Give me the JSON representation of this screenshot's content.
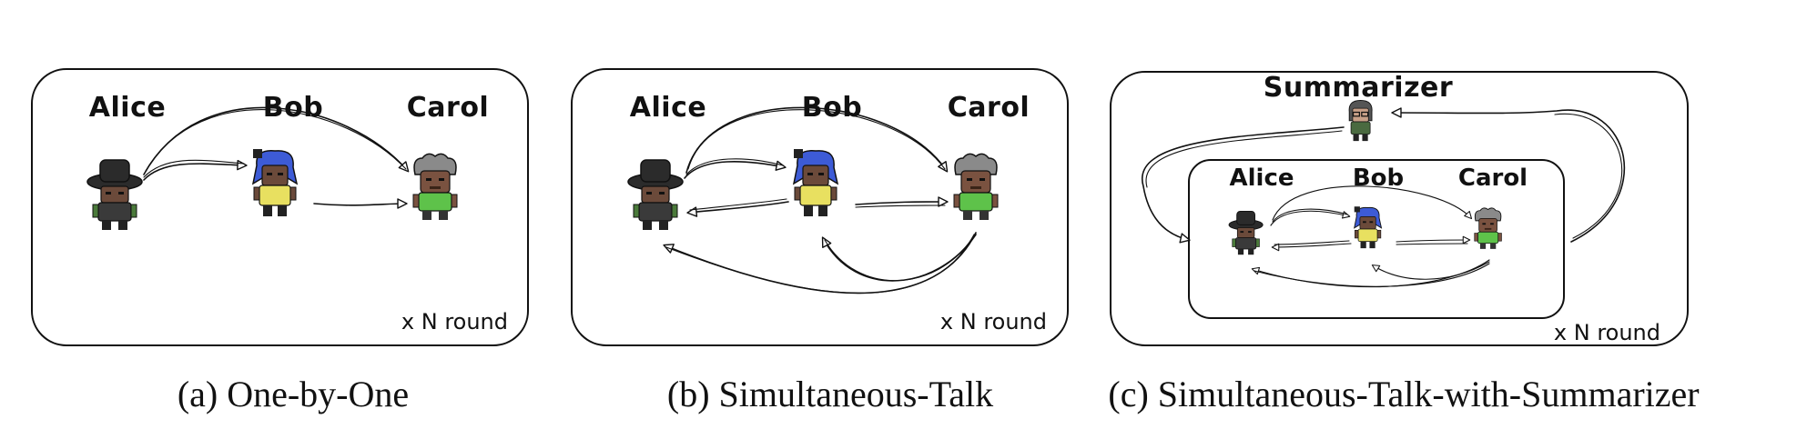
{
  "panels": [
    {
      "id": "a",
      "agents": [
        "Alice",
        "Bob",
        "Carol"
      ],
      "round_label": "x N round",
      "caption": "(a) One-by-One"
    },
    {
      "id": "b",
      "agents": [
        "Alice",
        "Bob",
        "Carol"
      ],
      "round_label": "x N round",
      "caption": "(b) Simultaneous-Talk"
    },
    {
      "id": "c",
      "summarizer": "Summarizer",
      "agents": [
        "Alice",
        "Bob",
        "Carol"
      ],
      "round_label": "x N round",
      "caption": "(c) Simultaneous-Talk-with-Summarizer"
    }
  ],
  "colors": {
    "alice_hat": "#2b2b2b",
    "alice_skin": "#6b4a3a",
    "alice_coat": "#3a3a3a",
    "bob_hair": "#3d5bd6",
    "bob_shirt": "#e8e060",
    "carol_hair": "#8a8a8a",
    "carol_shirt": "#5ec24a",
    "summarizer_hair": "#555555"
  }
}
